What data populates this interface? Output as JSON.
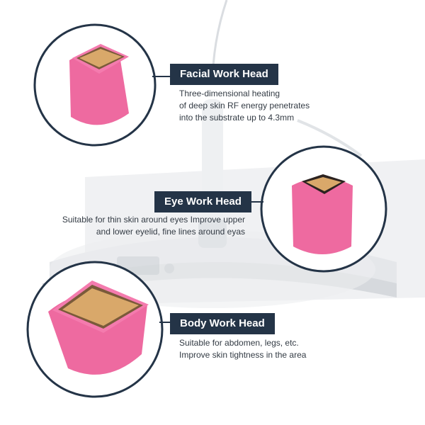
{
  "facial": {
    "title": "Facial Work Head",
    "lines": [
      "Three-dimensional heating",
      "of deep skin RF energy penetrates",
      "into the substrate up to 4.3mm"
    ]
  },
  "eye": {
    "title": "Eye Work Head",
    "lines": [
      "Suitable for thin skin around eyes Improve upper",
      "and lower eyelid, fine lines around eyas"
    ]
  },
  "body": {
    "title": "Body Work Head",
    "lines": [
      "Suitable for abdomen, legs, etc.",
      "Improve skin tightness in the area"
    ]
  },
  "colors": {
    "label_bg": "#243447",
    "head_pink": "#ee6aa0",
    "electrode_gold": "#d9a86a",
    "ring_stroke": "#243447"
  }
}
